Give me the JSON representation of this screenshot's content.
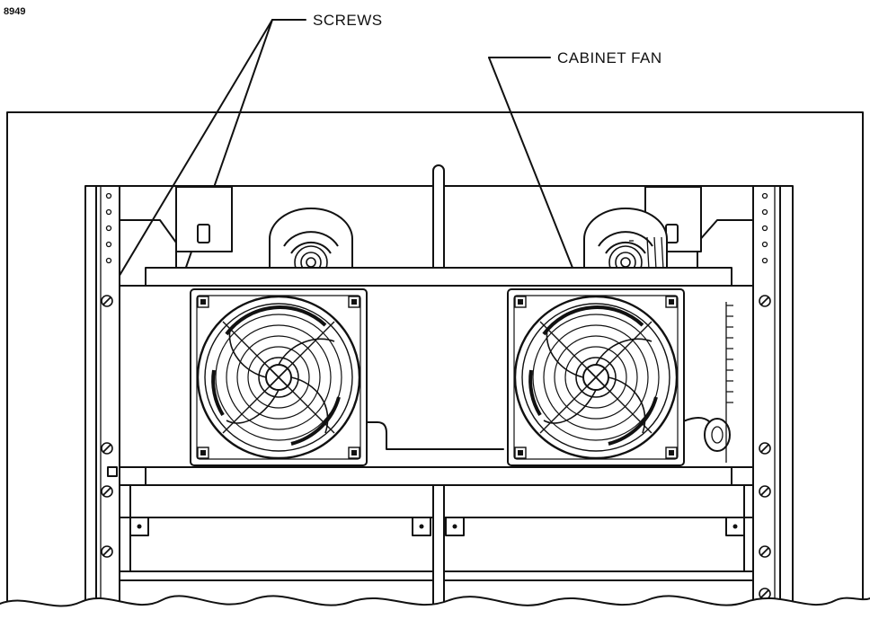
{
  "figure": {
    "number": "8949"
  },
  "labels": {
    "screws": "SCREWS",
    "cabinet_fan": "CABINET FAN"
  },
  "colors": {
    "line": "#111111",
    "background": "#ffffff"
  }
}
